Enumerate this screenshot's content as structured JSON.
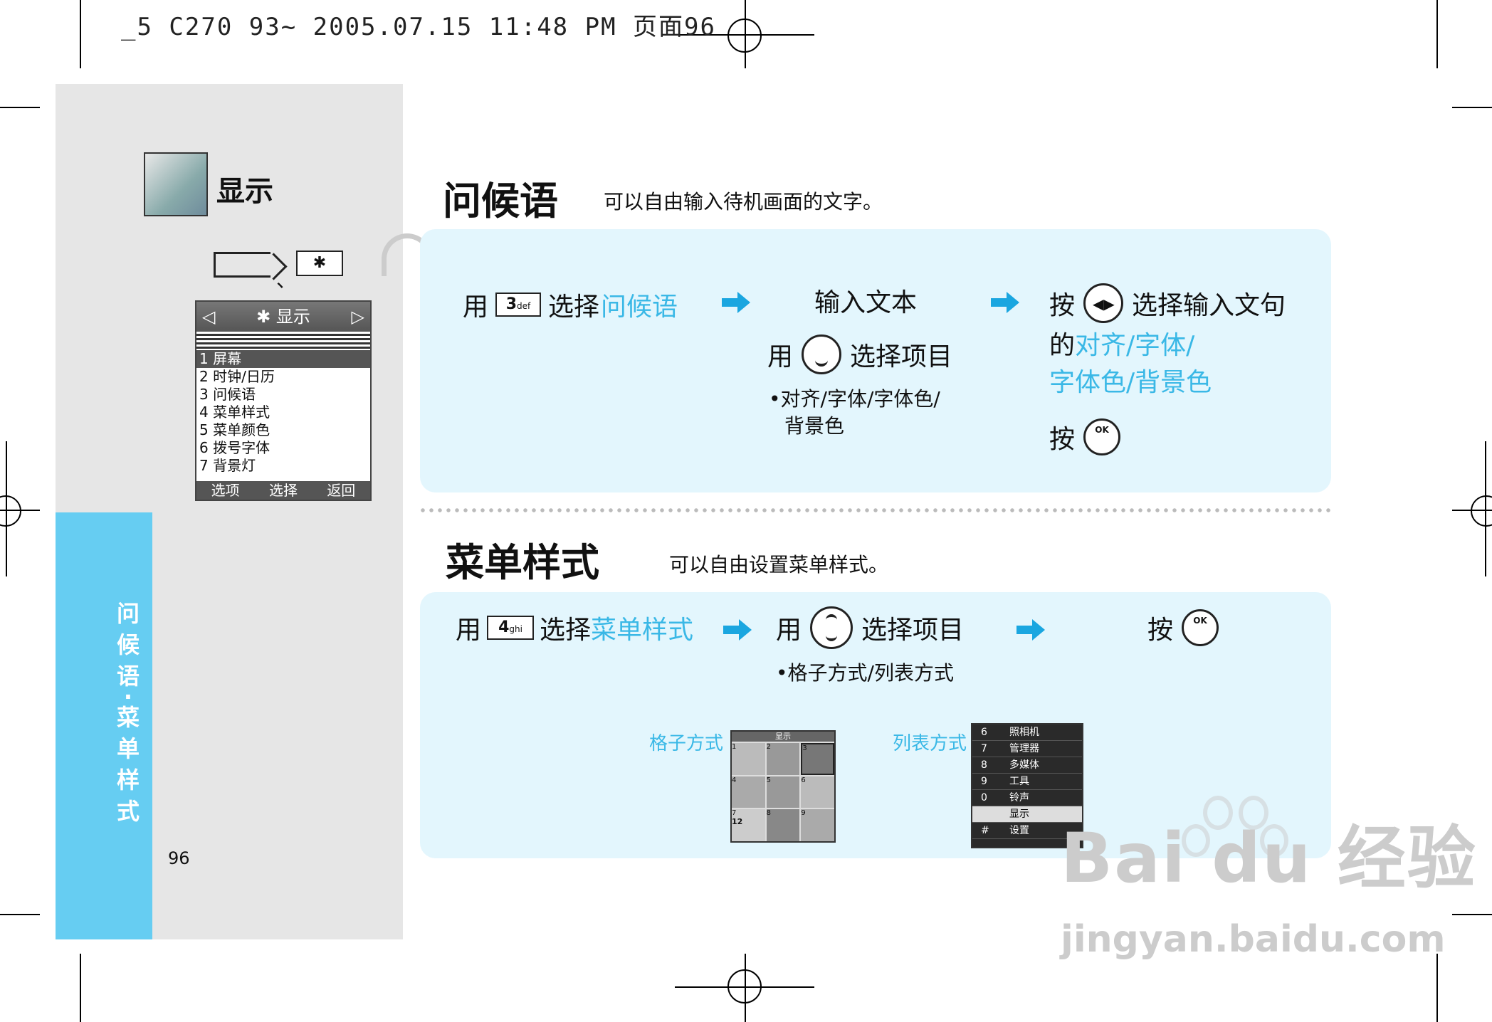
{
  "header": {
    "print_info": "_5 C270 93~ 2005.07.15 11:48 PM 页面96"
  },
  "sidebar": {
    "title": "显示",
    "access_separator": "、",
    "star_key_label": "✱",
    "vertical_label_chars": [
      "问",
      "候",
      "语",
      "·",
      "菜",
      "单",
      "样",
      "式"
    ],
    "page_number": "96"
  },
  "phone_menu": {
    "title": "✱ 显示",
    "items": [
      "屏幕",
      "时钟/日历",
      "问候语",
      "菜单样式",
      "菜单颜色",
      "拨号字体",
      "背景灯"
    ],
    "item_numbers": [
      "1",
      "2",
      "3",
      "4",
      "5",
      "6",
      "7"
    ],
    "selected_index": 0,
    "softkeys": [
      "选项",
      "选择",
      "返回"
    ]
  },
  "greeting": {
    "heading": "问候语",
    "description": "可以自由输入待机画面的文字。",
    "step1_prefix": "用",
    "key1_digit": "3",
    "key1_letters": "def",
    "step1_select": "选择",
    "step1_highlight": "问候语",
    "step2_title": "输入文本",
    "step2_use": "用",
    "step2_select": "选择项目",
    "step2_bullet_line1": "•对齐/字体/字体色/",
    "step2_bullet_line2": "背景色",
    "step3_press": "按",
    "step3_text": "选择输入文句",
    "step3_of": "的",
    "step3_hl1": "对齐/字体/",
    "step3_hl2": "字体色/背景色",
    "step4_press": "按",
    "ok_label": "OK"
  },
  "menu_style": {
    "heading": "菜单样式",
    "description": "可以自由设置菜单样式。",
    "step1_prefix": "用",
    "key_digit": "4",
    "key_letters": "ghi",
    "step1_select": "选择",
    "step1_highlight": "菜单样式",
    "step2_use": "用",
    "step2_select": "选择项目",
    "step2_bullet": "•格子方式/列表方式",
    "step3_press": "按",
    "ok_label": "OK",
    "grid_label": "格子方式",
    "list_label": "列表方式",
    "grid_header": "显示",
    "grid_cell_numbers": [
      "1",
      "2",
      "3",
      "4",
      "5",
      "6",
      "7",
      "8",
      "9"
    ],
    "grid_footer_number": "12",
    "list_numbers": [
      "6",
      "7",
      "8",
      "9",
      "0",
      "",
      "#"
    ],
    "list_items": [
      "照相机",
      "管理器",
      "多媒体",
      "工具",
      "铃声",
      "显示",
      "设置"
    ],
    "list_selected_index": 5
  },
  "watermark": {
    "brand": "Bai du 经验",
    "url": "jingyan.baidu.com"
  },
  "colors": {
    "accent": "#3ab8e6",
    "sidebar_tab": "#66cdf2",
    "panel_bg": "#e3f6fd",
    "left_panel": "#e6e6e6"
  }
}
